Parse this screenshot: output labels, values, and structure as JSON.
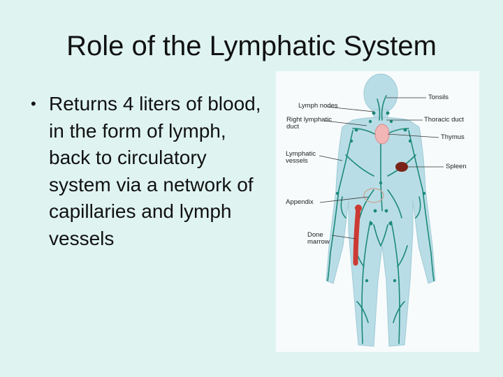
{
  "slide": {
    "title": "Role of the Lymphatic System",
    "bullet_symbol": "•",
    "bullet_text": "Returns 4 liters of blood, in the form of lymph, back to circulatory system via a network of capillaries and lymph vessels"
  },
  "figure": {
    "labels": {
      "tonsils": "Tonsils",
      "lymph_nodes": "Lymph nodes",
      "right_lymphatic_duct": "Right lymphatic\nduct",
      "thoracic_duct": "Thoracic duct",
      "thymus": "Thymus",
      "lymphatic_vessels": "Lymphatic\nvessels",
      "spleen": "Spleen",
      "appendix": "Appendix",
      "bone_marrow": "Done\nmarrow"
    },
    "colors": {
      "background": "#dff4f1",
      "body_fill": "#b9dde6",
      "vessel": "#1c8a78",
      "thymus": "#f2b6b6",
      "spleen": "#7a2418",
      "bone_marrow": "#cc3a34"
    }
  }
}
